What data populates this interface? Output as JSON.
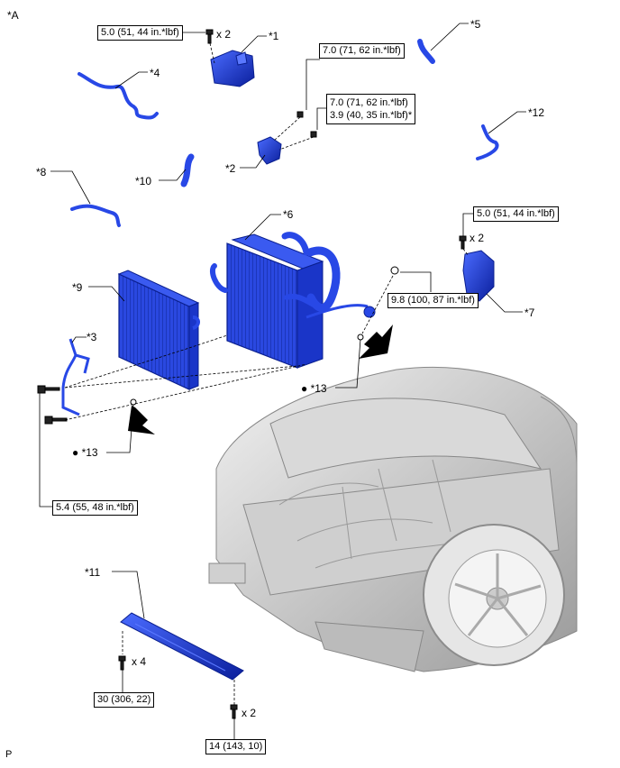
{
  "figure_id": "*A",
  "corner_letter": "P",
  "callouts": {
    "c1": "*1",
    "c2": "*2",
    "c3": "*3",
    "c4": "*4",
    "c5": "*5",
    "c6": "*6",
    "c7": "*7",
    "c8": "*8",
    "c9": "*9",
    "c10": "*10",
    "c11": "*11",
    "c12": "*12",
    "c13a": "● *13",
    "c13b": "● *13"
  },
  "torque": {
    "t1": "5.0 (51, 44 in.*lbf)",
    "t2a": "7.0 (71, 62 in.*lbf)",
    "t2b_line1": "7.0 (71, 62 in.*lbf)",
    "t2b_line2": "3.9 (40, 35 in.*lbf)*",
    "t7": "5.0 (51, 44 in.*lbf)",
    "t6": "9.8 (100, 87 in.*lbf)",
    "t3": "5.4 (55, 48 in.*lbf)",
    "t11a": "30 (306, 22)",
    "t11b": "14 (143, 10)"
  },
  "quantities": {
    "q1": "x 2",
    "q7": "x 2",
    "q11a": "x 4",
    "q11b": "x 2"
  },
  "colors": {
    "part_blue": "#1f3fd6",
    "part_dark": "#0a1f8f",
    "engine_gray": "#bfbfbf",
    "line": "#000000"
  }
}
